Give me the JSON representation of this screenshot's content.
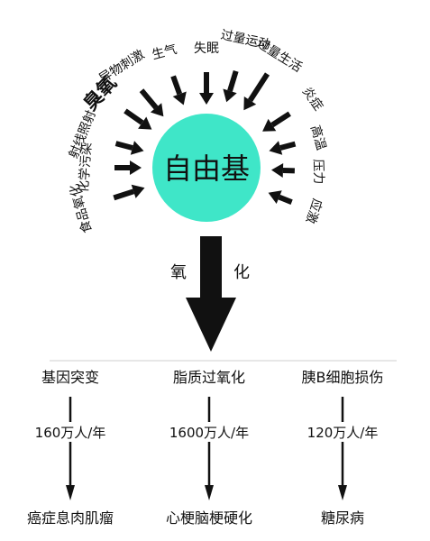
{
  "center": {
    "label": "自由基",
    "color": "#3fe6c8"
  },
  "causes": [
    {
      "id": "stress-fast-paced-life",
      "label": "过量生活"
    },
    {
      "id": "overexercise",
      "label": "过量运动"
    },
    {
      "id": "insomnia",
      "label": "失眠"
    },
    {
      "id": "anger",
      "label": "生气"
    },
    {
      "id": "irritants",
      "label": "异物刺激"
    },
    {
      "id": "ozone",
      "label": "臭氧"
    },
    {
      "id": "radiation",
      "label": "射线照射"
    },
    {
      "id": "chemical-pollution",
      "label": "化学污染"
    },
    {
      "id": "food-oxidation",
      "label": "食品氧化"
    },
    {
      "id": "inflammation",
      "label": "炎症"
    },
    {
      "id": "high-temperature",
      "label": "高温"
    },
    {
      "id": "pressure",
      "label": "压力"
    },
    {
      "id": "stress-reaction",
      "label": "应激"
    }
  ],
  "oxidation": {
    "left": "氧",
    "right": "化"
  },
  "outcomes": [
    {
      "id": "gene",
      "cause": "基因突变",
      "rate": "160万人/年",
      "disease": "癌症息肉肌瘤"
    },
    {
      "id": "lipid",
      "cause": "脂质过氧化",
      "rate": "1600万人/年",
      "disease": "心梗脑梗硬化"
    },
    {
      "id": "pancreas",
      "cause": "胰B细胞损伤",
      "rate": "120万人/年",
      "disease": "糖尿病"
    }
  ]
}
